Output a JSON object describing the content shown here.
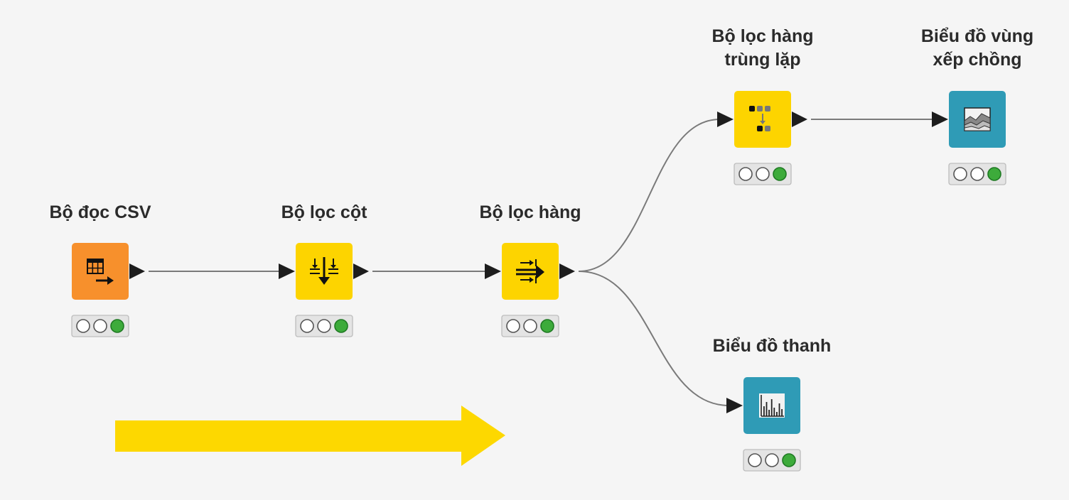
{
  "workflow": {
    "nodes": [
      {
        "id": "csv-reader",
        "kind": "source",
        "icon": "table-reader-icon",
        "color": "#f7902c",
        "title_lines": [
          "Bộ đọc CSV"
        ],
        "status": "executed",
        "status_color": "#3dab3b"
      },
      {
        "id": "column-filter",
        "kind": "manipulator",
        "icon": "column-filter-icon",
        "color": "#fdd400",
        "title_lines": [
          "Bộ lọc cột"
        ],
        "status": "executed",
        "status_color": "#3dab3b"
      },
      {
        "id": "row-filter",
        "kind": "manipulator",
        "icon": "row-filter-icon",
        "color": "#fdd400",
        "title_lines": [
          "Bộ lọc hàng"
        ],
        "status": "executed",
        "status_color": "#3dab3b"
      },
      {
        "id": "duplicate-row-filter",
        "kind": "manipulator",
        "icon": "duplicate-filter-icon",
        "color": "#fdd400",
        "title_lines": [
          "Bộ lọc hàng",
          "trùng lặp"
        ],
        "status": "executed",
        "status_color": "#3dab3b"
      },
      {
        "id": "stacked-area-chart",
        "kind": "view",
        "icon": "area-chart-icon",
        "color": "#2f9bb6",
        "title_lines": [
          "Biểu đồ vùng",
          "xếp chồng"
        ],
        "status": "executed",
        "status_color": "#3dab3b"
      },
      {
        "id": "bar-chart",
        "kind": "view",
        "icon": "bar-chart-icon",
        "color": "#2f9bb6",
        "title_lines": [
          "Biểu đồ thanh"
        ],
        "status": "executed",
        "status_color": "#3dab3b"
      }
    ],
    "connections": [
      {
        "from": "csv-reader",
        "to": "column-filter"
      },
      {
        "from": "column-filter",
        "to": "row-filter"
      },
      {
        "from": "row-filter",
        "to": "duplicate-row-filter"
      },
      {
        "from": "duplicate-row-filter",
        "to": "stacked-area-chart"
      },
      {
        "from": "row-filter",
        "to": "bar-chart"
      }
    ],
    "flow_arrow": {
      "icon": "flow-direction-arrow-icon",
      "color": "#fdd800"
    }
  }
}
